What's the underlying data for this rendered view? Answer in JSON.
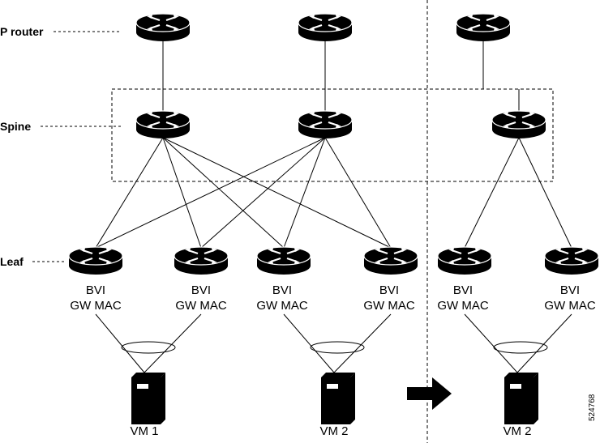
{
  "labels": {
    "p_router": "P router",
    "spine": "Spine",
    "leaf": "Leaf",
    "figure_id": "524768"
  },
  "leaf_text": {
    "line1": "BVI",
    "line2": "GW MAC"
  },
  "vms": {
    "vm1": "VM 1",
    "vm2_left": "VM 2",
    "vm2_right": "VM 2"
  },
  "colors": {
    "device": "#000000",
    "line": "#000000",
    "background": "#ffffff"
  },
  "icons": {
    "router": "router-icon",
    "server": "server-icon",
    "migration_arrow": "arrow-right-icon"
  }
}
